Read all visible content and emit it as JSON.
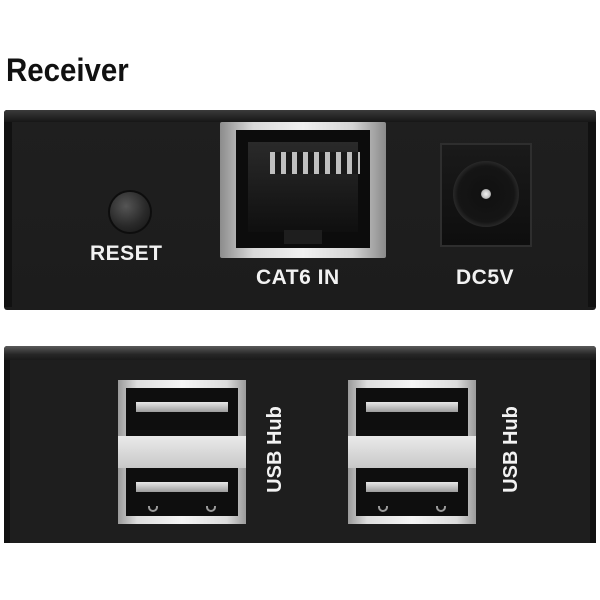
{
  "heading": "Receiver",
  "front_panel": {
    "reset_label": "RESET",
    "cat6_label": "CAT6 IN",
    "dc_label": "DC5V"
  },
  "back_panel": {
    "usb_port_label_1": "USB Hub",
    "usb_port_label_2": "USB Hub"
  }
}
